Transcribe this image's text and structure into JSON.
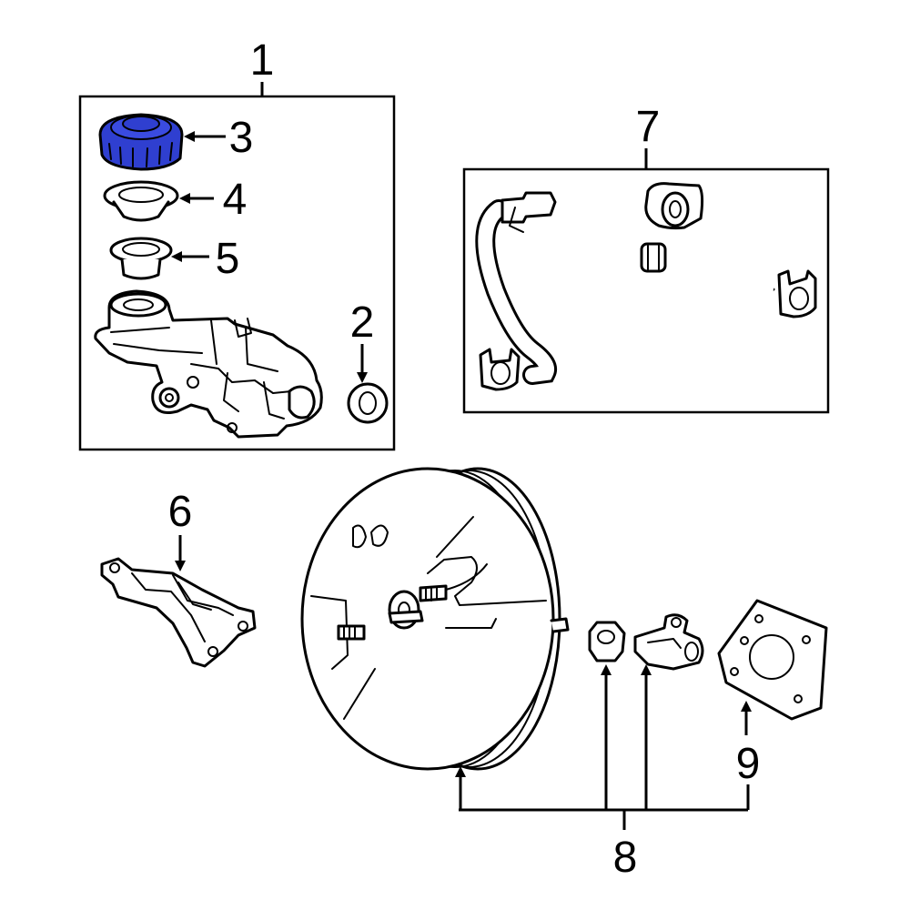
{
  "diagram": {
    "callouts": {
      "c1": "1",
      "c2": "2",
      "c3": "3",
      "c4": "4",
      "c5": "5",
      "c6": "6",
      "c7": "7",
      "c8": "8",
      "c9": "9"
    },
    "colors": {
      "highlight": "#2f3fd0",
      "line": "#000000",
      "background": "#ffffff"
    },
    "highlighted_part": "3"
  }
}
